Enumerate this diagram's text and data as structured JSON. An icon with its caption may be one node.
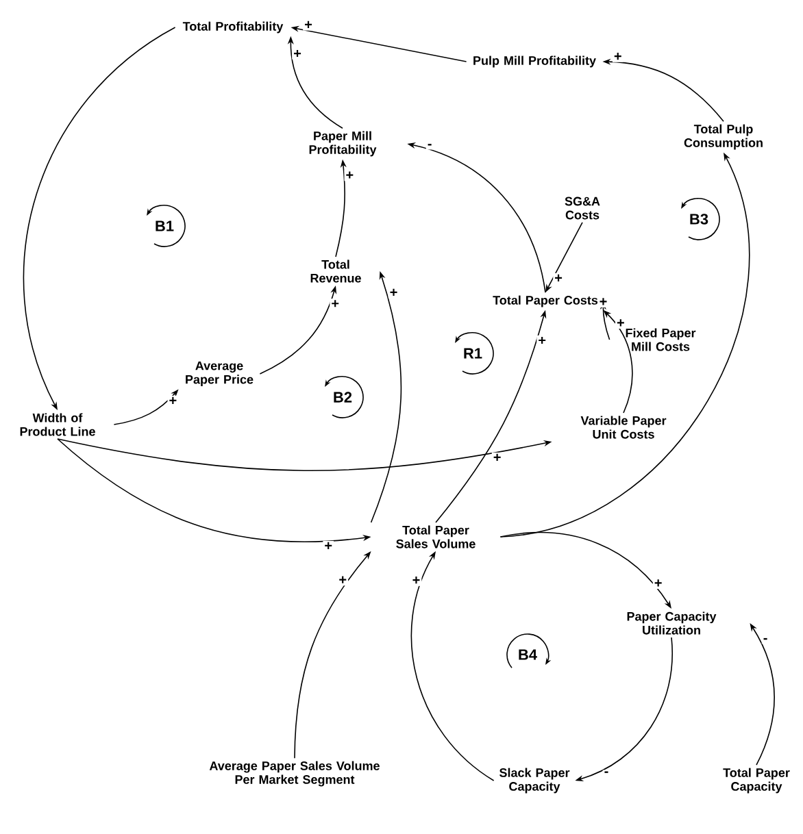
{
  "diagram": {
    "nodes": [
      {
        "text": [
          "Total Profitability"
        ]
      },
      {
        "text": [
          "Pulp Mill Profitability"
        ]
      },
      {
        "text": [
          "Paper Mill Profitability"
        ]
      },
      {
        "text": [
          "Total Pulp Consumption"
        ]
      },
      {
        "text": [
          "SG&A Costs"
        ]
      },
      {
        "text": [
          "Total Revenue"
        ]
      },
      {
        "text": [
          "Total Paper Costs"
        ]
      },
      {
        "text": [
          "Fixed Paper Mill Costs"
        ]
      },
      {
        "text": [
          "Average Paper Price"
        ]
      },
      {
        "text": [
          "Width of Product Line"
        ]
      },
      {
        "text": [
          "Variable Paper Unit Costs"
        ]
      },
      {
        "text": [
          "Total Paper Sales Volume"
        ]
      },
      {
        "text": [
          "Paper Capacity Utilization"
        ]
      },
      {
        "text": [
          "Total Paper Capacity"
        ]
      },
      {
        "text": [
          "Average Paper Sales Volume Per Market Segment"
        ]
      },
      {
        "text": [
          "Slack Paper Capacity"
        ]
      }
    ],
    "edges": [
      {
        "from": 2,
        "to": 0,
        "arrow": "to",
        "label": "+"
      },
      {
        "from": 1,
        "to": 0,
        "arrow": "to",
        "label": "+"
      },
      {
        "from": 0,
        "to": 9,
        "arrow": "to"
      },
      {
        "from": 5,
        "to": 2,
        "arrow": "to",
        "label": "+"
      },
      {
        "from": 6,
        "to": 2,
        "arrow": "to",
        "label": "-"
      },
      {
        "from": 3,
        "to": 1,
        "arrow": "to",
        "label": "+"
      },
      {
        "from": 4,
        "to": 6,
        "arrow": "to",
        "label": "+"
      },
      {
        "from": 7,
        "to": 6,
        "arrow": "to",
        "label": "+"
      },
      {
        "from": 10,
        "to": 6,
        "arrow": "to",
        "label": "+"
      },
      {
        "from": 8,
        "to": 5,
        "arrow": "to",
        "label": "+"
      },
      {
        "from": 11,
        "to": 5,
        "arrow": "to",
        "label": "+"
      },
      {
        "from": 9,
        "to": 8,
        "arrow": "to",
        "label": "+"
      },
      {
        "from": 9,
        "to": 10,
        "arrow": "to",
        "label": "+"
      },
      {
        "from": 9,
        "to": 11,
        "arrow": "to",
        "label": "+"
      },
      {
        "from": 11,
        "to": 6,
        "arrow": "to",
        "label": "+"
      },
      {
        "from": 11,
        "to": 3,
        "arrow": "to"
      },
      {
        "from": 11,
        "to": 12,
        "arrow": "to",
        "label": "+"
      },
      {
        "from": 13,
        "to": 12,
        "arrow": "to",
        "label": "-"
      },
      {
        "from": 12,
        "to": 15,
        "arrow": "to",
        "label": "-"
      },
      {
        "from": 15,
        "to": 11,
        "arrow": "to",
        "label": "+"
      },
      {
        "from": 14,
        "to": 11,
        "arrow": "to",
        "label": "+"
      }
    ],
    "labels": [
      "B1",
      "B3",
      "R1",
      "B2",
      "B4"
    ]
  }
}
